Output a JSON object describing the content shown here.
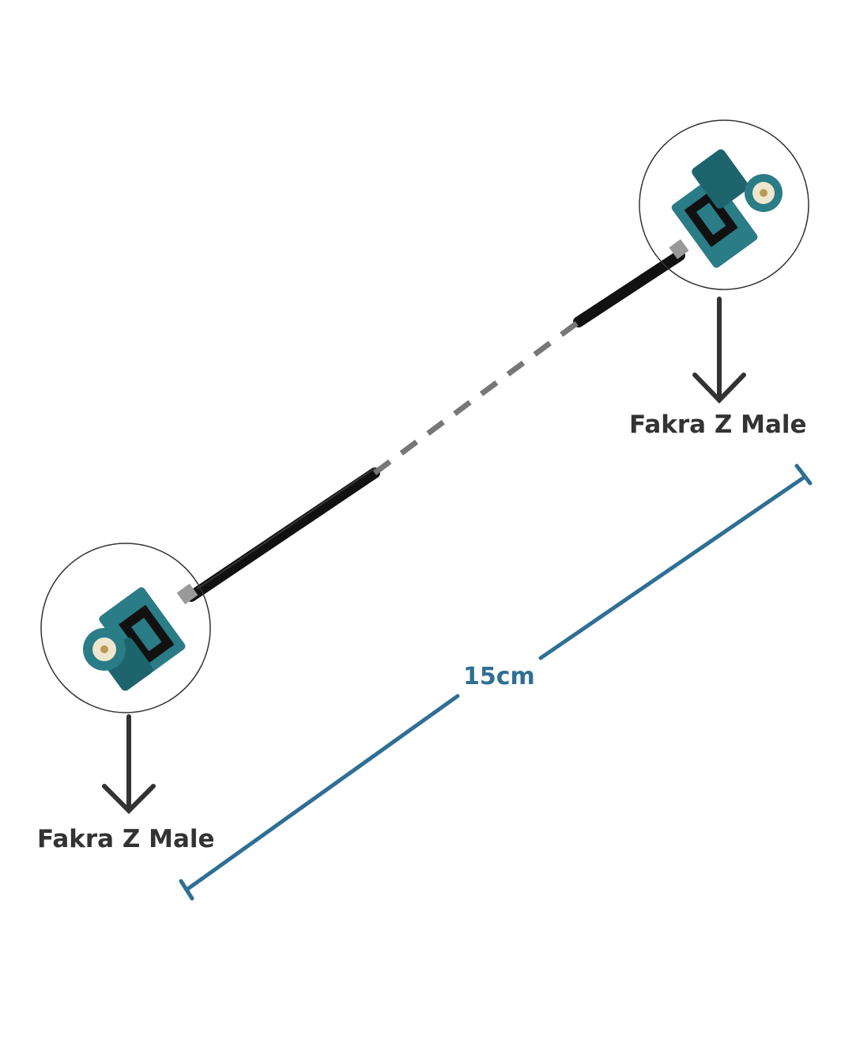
{
  "connectors": {
    "top": {
      "label": "Fakra Z Male"
    },
    "bottom": {
      "label": "Fakra Z Male"
    }
  },
  "dimension": {
    "label": "15cm"
  },
  "colors": {
    "connector": "#2a7c86",
    "connector_dark": "#1e646d",
    "dimension": "#2f6f93",
    "cable": "#111111",
    "dash": "#777777",
    "arrow": "#333333",
    "label": "#333333"
  }
}
